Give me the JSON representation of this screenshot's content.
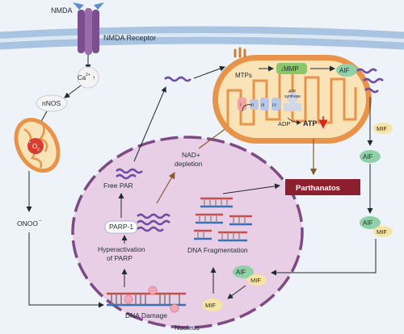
{
  "labels": {
    "nmda": "NMDA",
    "nmda_receptor": "NMDA Receptor",
    "ca": "Ca",
    "ca_sup": "2+",
    "ca_arrow": "↑",
    "nnos": "nNOS",
    "superoxide_o": "O",
    "superoxide_sub": "2",
    "superoxide_dot": "•",
    "onoo": "ONOO",
    "onoo_sup": "−",
    "mtps": "MTPs",
    "mmp": "↓MMP",
    "aif": "AIF",
    "mif": "MIF",
    "complex_1": "I",
    "complex_2": "II",
    "complex_3": "III",
    "complex_4": "IV",
    "atp_synthase_line1": "ATP",
    "atp_synthase_line2": "synthase",
    "adp": "ADP",
    "atp": "ATP",
    "nad_line1": "NAD+",
    "nad_line2": "depletion",
    "free_par": "Free PAR",
    "parp1": "PARP-1",
    "hyper_line1": "Hyperactivation",
    "hyper_line2": "of PARP",
    "dna_damage": "DNA Damage",
    "dna_fragmentation": "DNA Fragmentation",
    "parthanatos": "Parthanatos",
    "nucleus": "Nucleus"
  },
  "colors": {
    "background": "#eef3f9",
    "membrane": "#a9c4e0",
    "receptor": "#7b4e8f",
    "mito_fill": "#e8934a",
    "mito_inner": "#fbe3b8",
    "nucleus_fill": "#e9cfe6",
    "nucleus_border": "#7d4a86",
    "par_chain": "#6f4da4",
    "parthanatos_bg": "#8b1f2c",
    "mmp_bg": "#8cc66a",
    "aif_bg": "#8fd0a7",
    "mif_bg": "#f6e3a6",
    "dna_red": "#d14a4a",
    "dna_blue": "#3a6fb6",
    "arrow_brown": "#8b5a2b"
  }
}
